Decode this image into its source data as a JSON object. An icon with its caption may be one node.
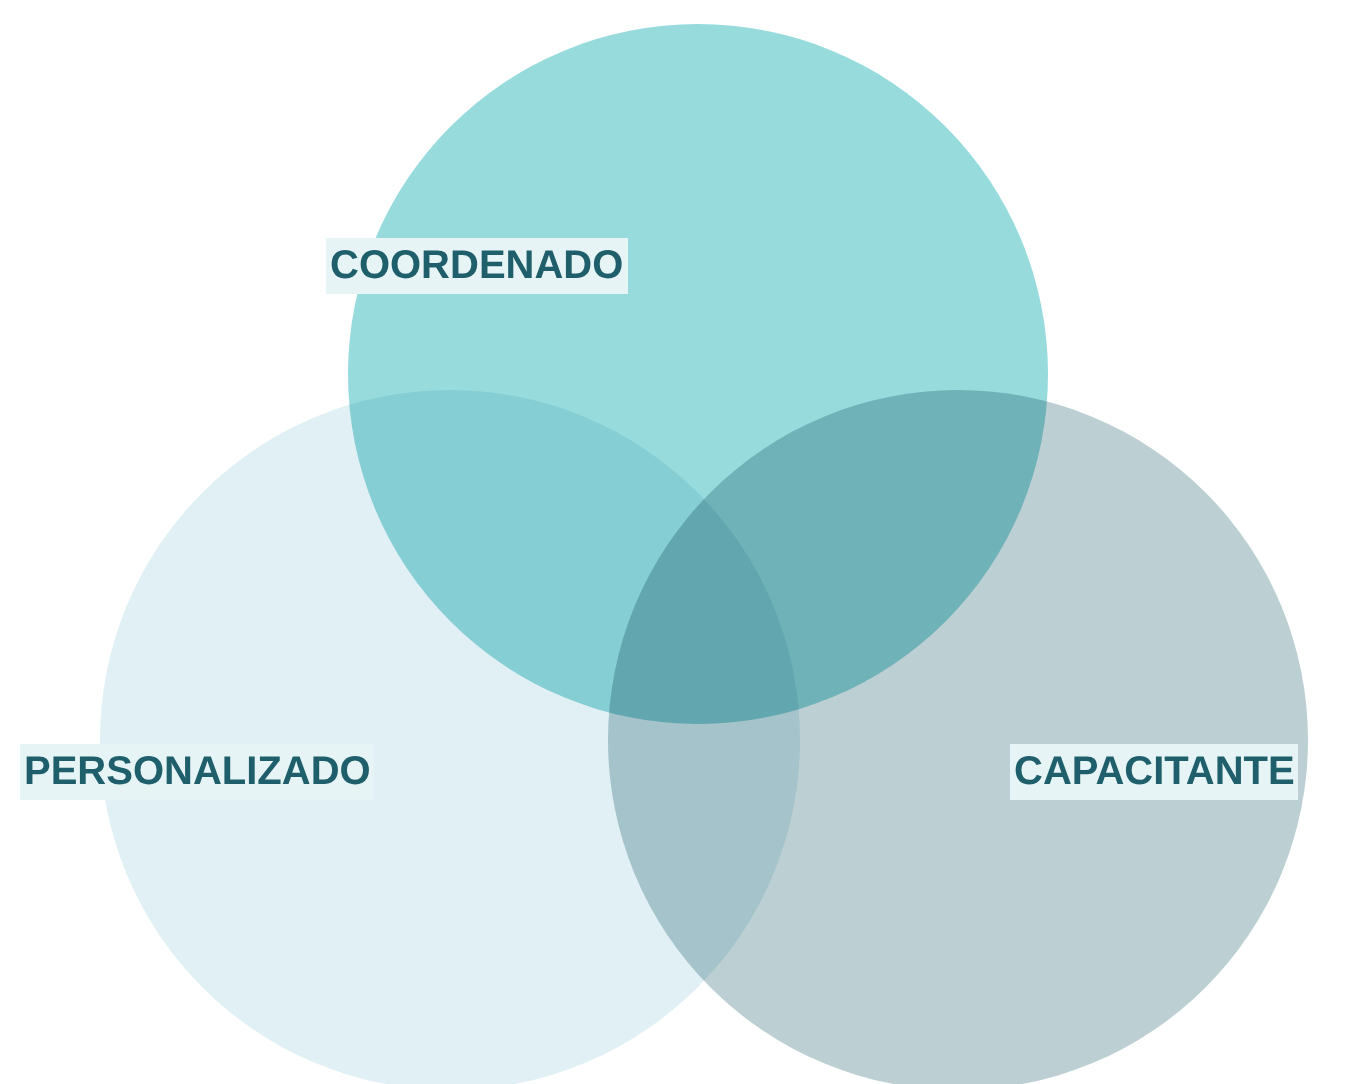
{
  "diagram": {
    "nodes": [
      {
        "text": [
          "COORDENADO"
        ]
      },
      {
        "text": [
          "PERSONALIZADO"
        ]
      },
      {
        "text": [
          "CAPACITANTE"
        ]
      }
    ]
  }
}
